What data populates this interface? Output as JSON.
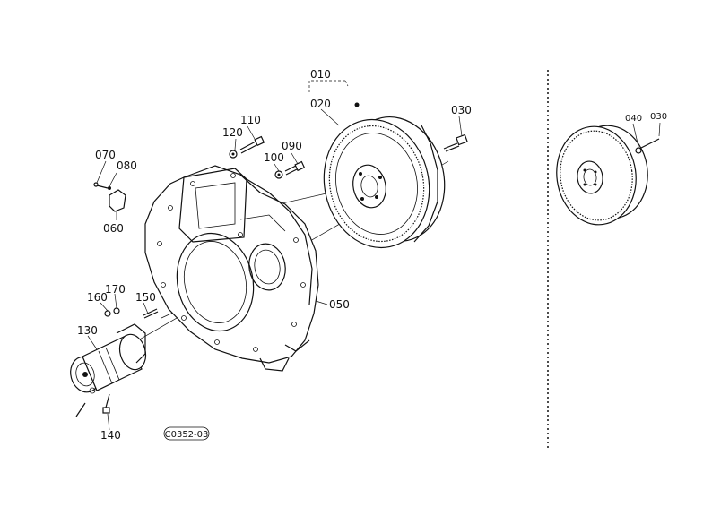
{
  "callouts": {
    "c010": "010",
    "c020": "020",
    "c030": "030",
    "c040": "040",
    "c030b": "030",
    "c050": "050",
    "c060": "060",
    "c070": "070",
    "c080": "080",
    "c090": "090",
    "c100": "100",
    "c110": "110",
    "c120": "120",
    "c130": "130",
    "c140": "140",
    "c150": "150",
    "c160": "160",
    "c170": "170"
  },
  "drawing_code": "C0352-03"
}
